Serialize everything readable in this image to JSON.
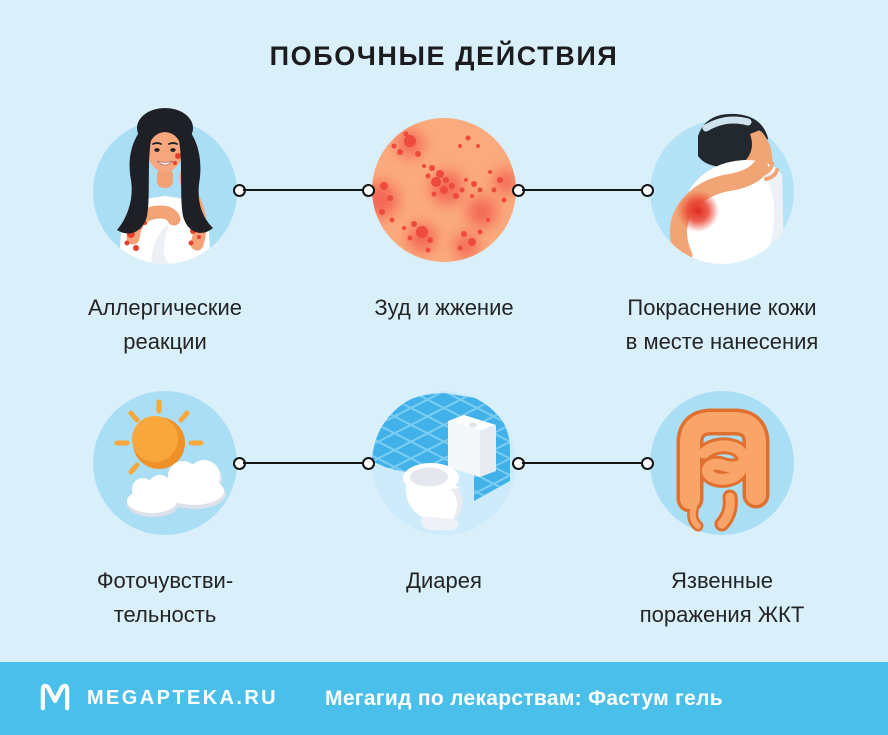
{
  "title": "ПОБОЧНЫЕ ДЕЙСТВИЯ",
  "items": [
    {
      "icon": "allergic-reactions",
      "lines": [
        "Аллергические",
        "реакции"
      ]
    },
    {
      "icon": "itching-burning",
      "lines": [
        "Зуд и жжение"
      ]
    },
    {
      "icon": "skin-redness",
      "lines": [
        "Покраснение кожи",
        "в месте нанесения"
      ]
    },
    {
      "icon": "photosensitivity",
      "lines": [
        "Фоточувстви-",
        "тельность"
      ]
    },
    {
      "icon": "diarrhea",
      "lines": [
        "Диарея"
      ]
    },
    {
      "icon": "gi-ulcers",
      "lines": [
        "Язвенные",
        "поражения ЖКТ"
      ]
    }
  ],
  "footer": {
    "brand": "MEGAPTEKA.RU",
    "subtitle": "Мегагид по лекарствам: Фастум гель"
  },
  "colors": {
    "background": "#d9f0fb",
    "icon_circle_blue": "#aadef5",
    "toilet_circle": "#cdebfb",
    "tile_blue": "#41b1e9",
    "footer_bar": "#4abfea",
    "title_text": "#1c1c1e",
    "label_text": "#242424",
    "footer_text": "#ffffff",
    "red_spot": "#e8402f",
    "skin_tone": "#fbaa7d",
    "sun_orange": "#f8a73c",
    "intestine_fill": "#f9a469",
    "intestine_outline": "#e0702f",
    "connector_black": "#141414"
  }
}
